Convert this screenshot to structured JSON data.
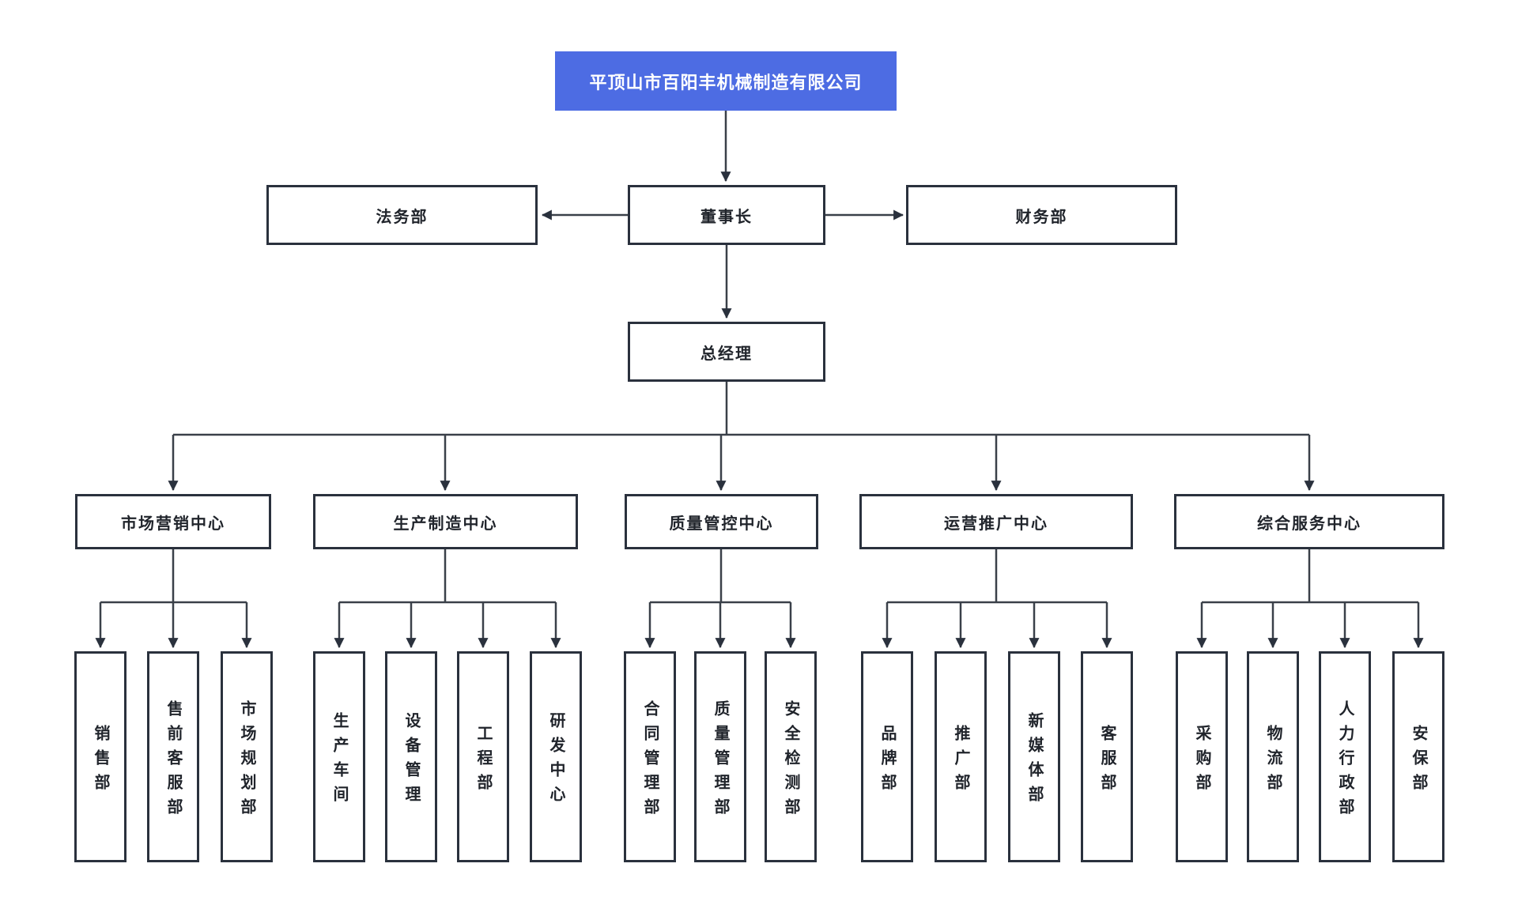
{
  "org": {
    "company": "平顶山市百阳丰机械制造有限公司",
    "chairman": "董事长",
    "legal": "法务部",
    "finance": "财务部",
    "general_manager": "总经理",
    "centers": [
      {
        "label": "市场营销中心",
        "departments": [
          "销售部",
          "售前客服部",
          "市场规划部"
        ]
      },
      {
        "label": "生产制造中心",
        "departments": [
          "生产车间",
          "设备管理",
          "工程部",
          "研发中心"
        ]
      },
      {
        "label": "质量管控中心",
        "departments": [
          "合同管理部",
          "质量管理部",
          "安全检测部"
        ]
      },
      {
        "label": "运营推广中心",
        "departments": [
          "品牌部",
          "推广部",
          "新媒体部",
          "客服部"
        ]
      },
      {
        "label": "综合服务中心",
        "departments": [
          "采购部",
          "物流部",
          "人力行政部",
          "安保部"
        ]
      }
    ]
  },
  "colors": {
    "accent_blue": "#4d6ce3",
    "box_border": "#2a313d",
    "connector_line": "#3a4049",
    "text_dark": "#20242b",
    "text_on_blue": "#ffffff",
    "background": "#ffffff"
  }
}
